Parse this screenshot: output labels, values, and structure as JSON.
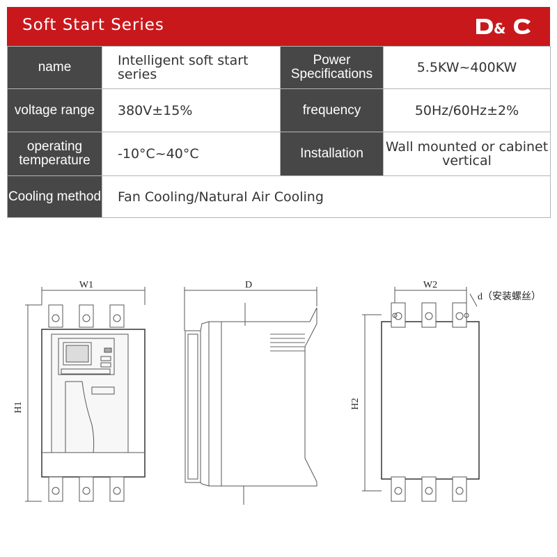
{
  "header": {
    "title": "Soft Start Series",
    "logo_text": "D&C",
    "brand_color": "#c9181c"
  },
  "specs": {
    "name_label": "name",
    "name_value": "Intelligent soft start series",
    "power_label": "Power Specifications",
    "power_value": "5.5KW~400KW",
    "voltage_label": "voltage range",
    "voltage_value": "380V±15%",
    "frequency_label": "frequency",
    "frequency_value": "50Hz/60Hz±2%",
    "temp_label": "operating temperature",
    "temp_value": "-10°C~40°C",
    "install_label": "Installation",
    "install_value": "Wall mounted or cabinet vertical",
    "cooling_label": "Cooling method",
    "cooling_value": "Fan Cooling/Natural Air Cooling"
  },
  "drawing": {
    "w1": "W1",
    "h1": "H1",
    "d": "D",
    "w2": "W2",
    "h2": "H2",
    "d_note": "d（安装螺丝）"
  }
}
